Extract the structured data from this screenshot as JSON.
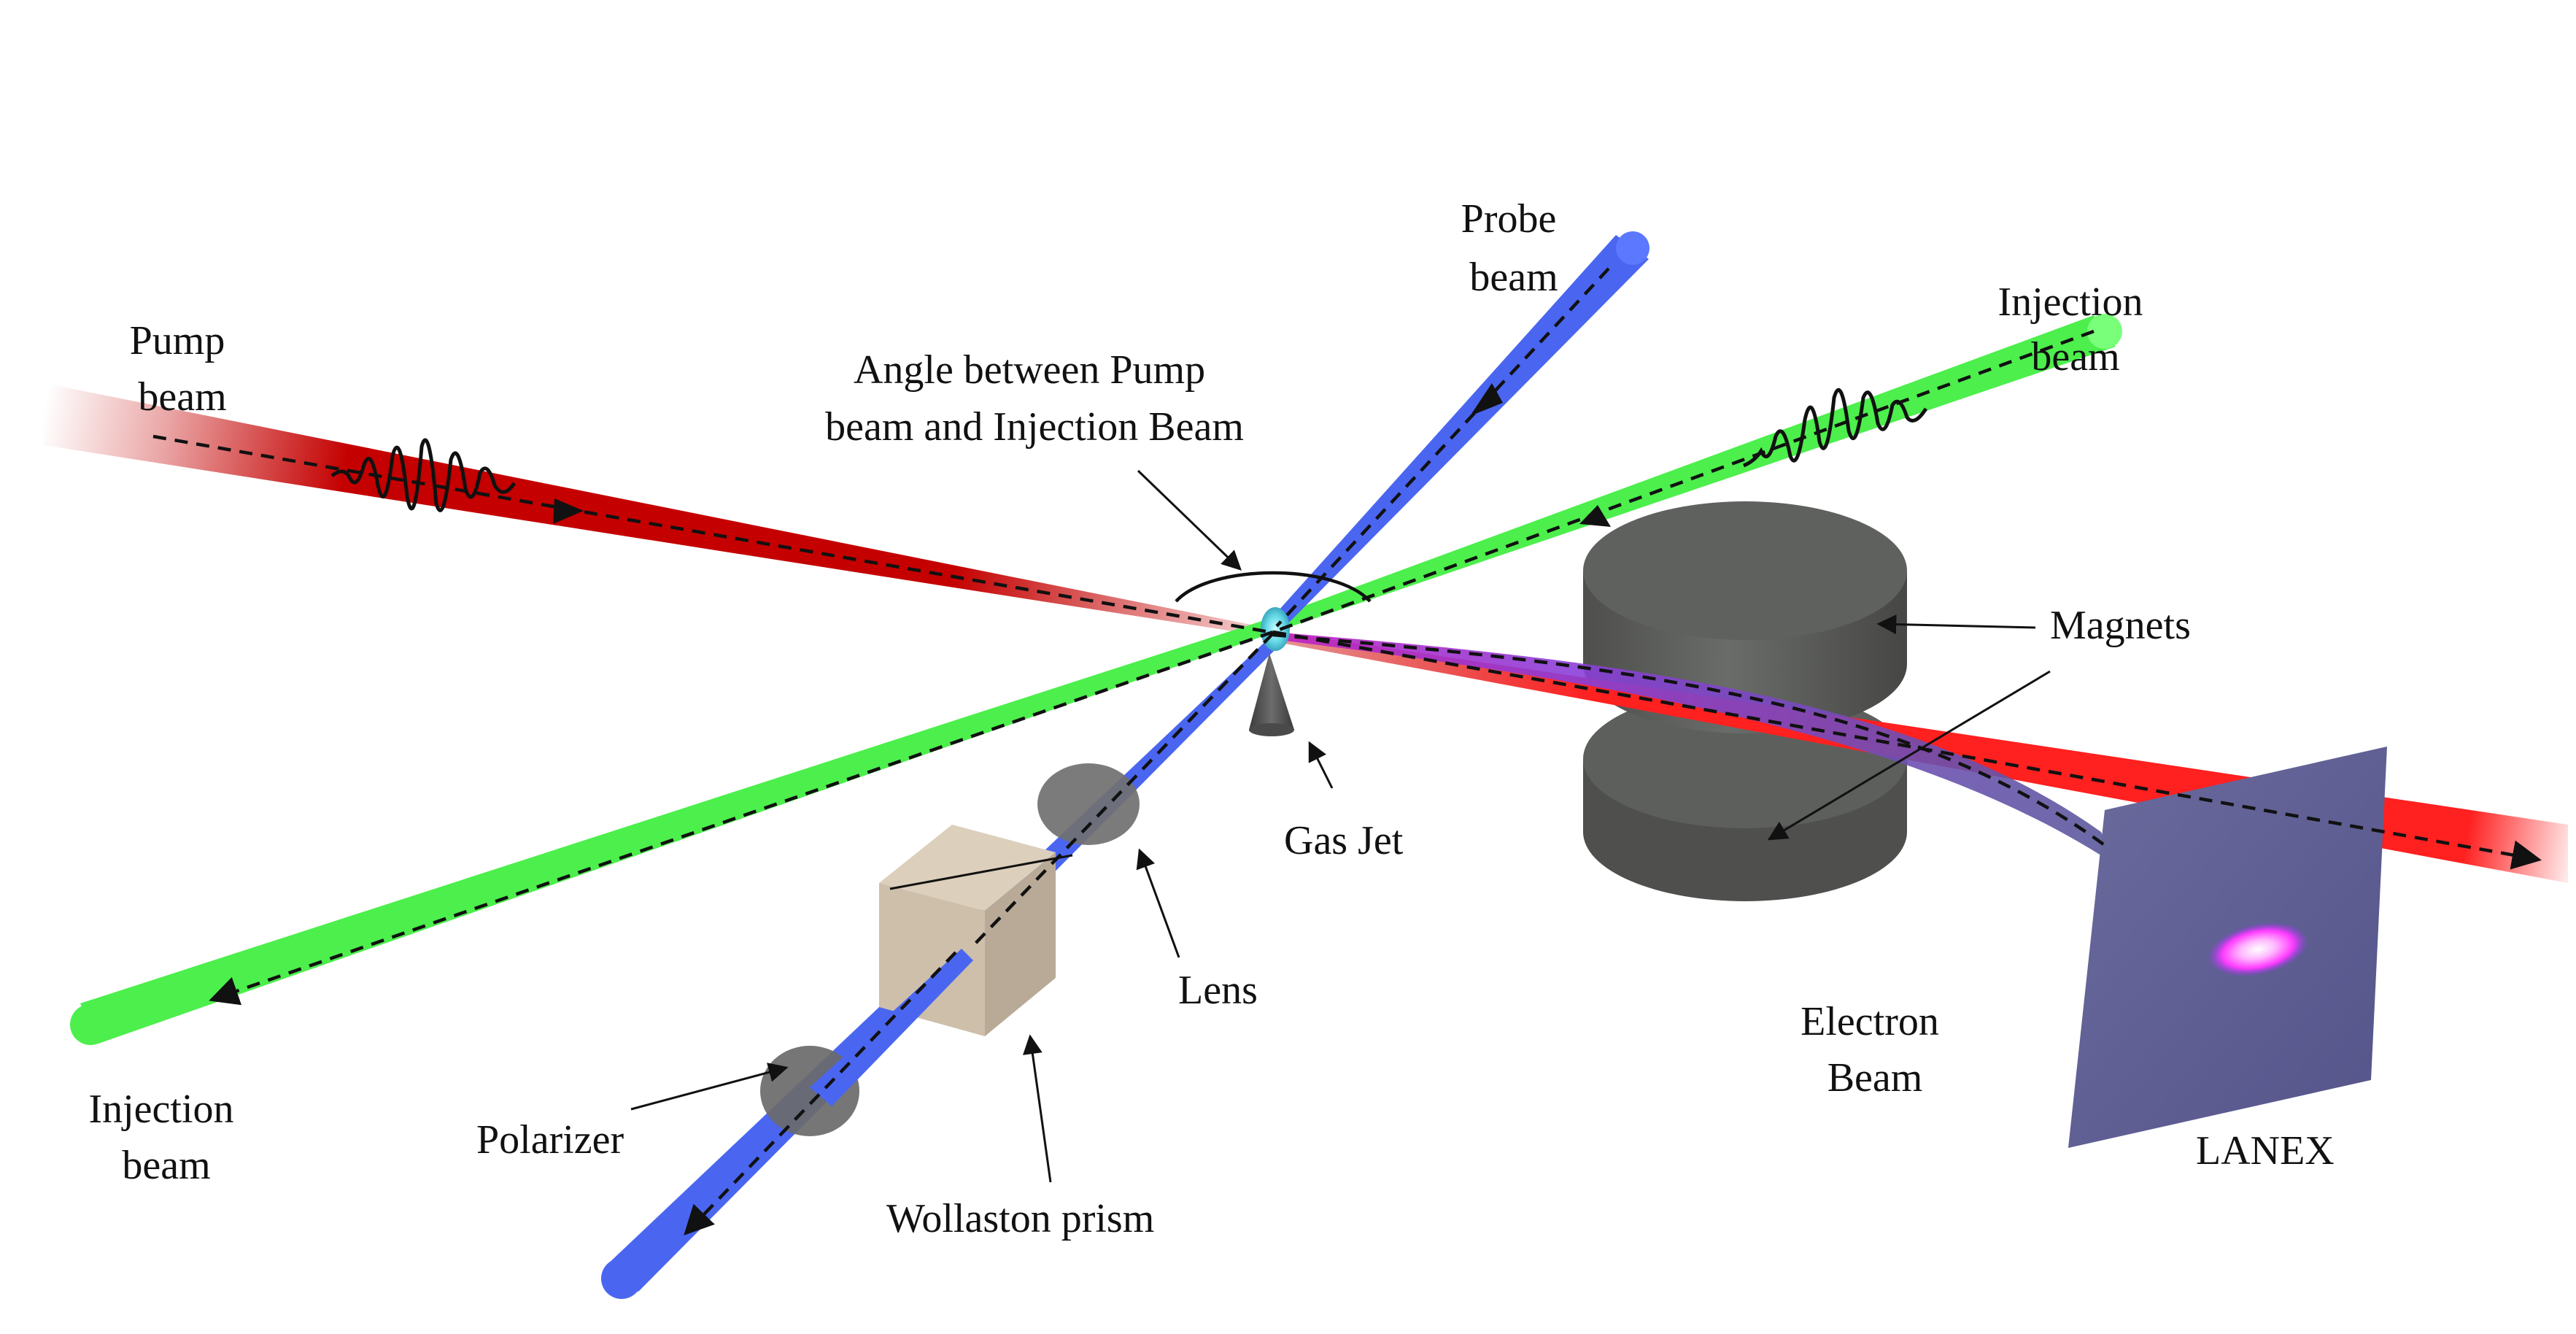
{
  "labels": {
    "pump_beam": [
      "Pump",
      "beam"
    ],
    "probe_beam": [
      "Probe",
      "beam"
    ],
    "injection_beam_top": [
      "Injection",
      "beam"
    ],
    "injection_beam_bottom": [
      "Injection",
      "beam"
    ],
    "angle": [
      "Angle between Pump",
      "beam and Injection Beam"
    ],
    "magnets": "Magnets",
    "gas_jet": "Gas Jet",
    "lens": "Lens",
    "polarizer": "Polarizer",
    "wollaston": "Wollaston prism",
    "electron_beam": [
      "Electron",
      "Beam"
    ],
    "lanex": "LANEX"
  },
  "colors": {
    "pump": "#c40000",
    "probe": "#4a66f0",
    "injection": "#4cef4c",
    "magnet": "#5b5d5a",
    "lanex": "#5c5c92",
    "prism": "#cdbfaa",
    "spot": "#ff66ff"
  }
}
